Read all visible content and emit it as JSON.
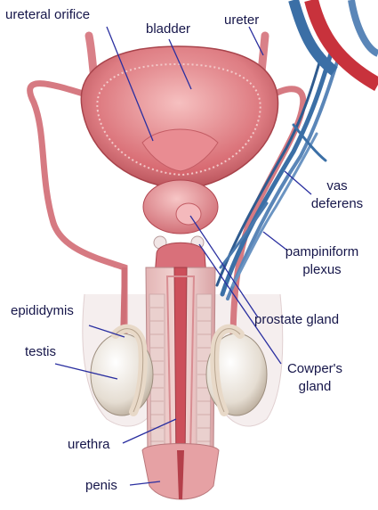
{
  "labels": {
    "ureteral_orifice": "ureteral orifice",
    "bladder": "bladder",
    "ureter": "ureter",
    "vas_deferens_line1": "vas",
    "vas_deferens_line2": "deferens",
    "pampiniform_line1": "pampiniform",
    "pampiniform_line2": "plexus",
    "epididymis": "epididymis",
    "testis": "testis",
    "prostate_gland": "prostate gland",
    "cowpers_line1": "Cowper's",
    "cowpers_line2": "gland",
    "urethra": "urethra",
    "penis": "penis"
  },
  "colors": {
    "label_text": "#16164a",
    "leader_line": "#2a2fa0",
    "tissue": "#d9707a",
    "tissue_dark": "#b24650",
    "tissue_light": "#f0a9ae",
    "testis": "#e9e4dc",
    "vein_blue": "#3b6fa6",
    "artery_red": "#c8323c"
  }
}
